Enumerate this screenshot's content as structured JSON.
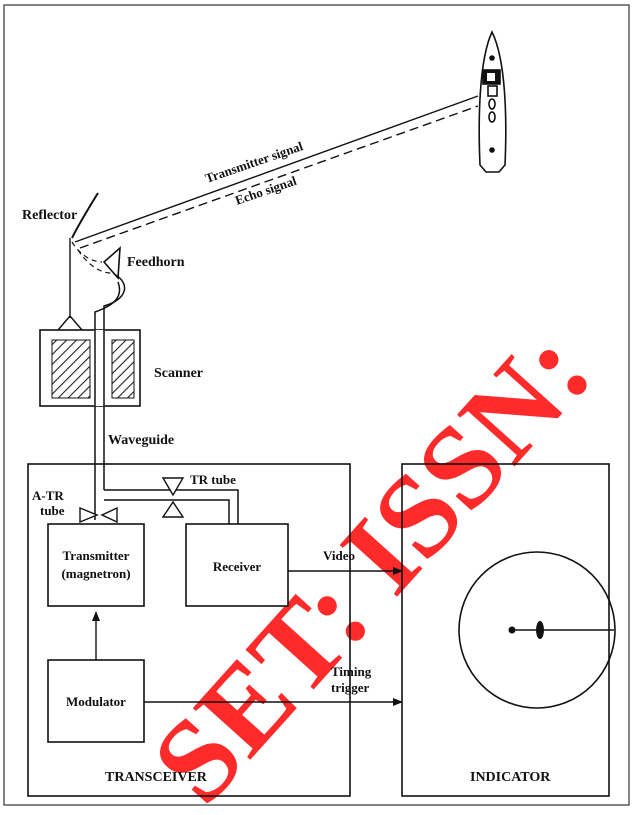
{
  "labels": {
    "transmitter_signal": "Transmitter signal",
    "echo_signal": "Echo signal",
    "reflector": "Reflector",
    "feedhorn": "Feedhorn",
    "scanner": "Scanner",
    "waveguide": "Waveguide",
    "tr_tube": "TR tube",
    "atr_line1": "A-TR",
    "atr_line2": "tube",
    "transmitter_line1": "Transmitter",
    "transmitter_line2": "(magnetron)",
    "receiver": "Receiver",
    "video": "Video",
    "timing_line1": "Timing",
    "timing_line2": "trigger",
    "modulator": "Modulator",
    "transceiver": "TRANSCEIVER",
    "indicator": "INDICATOR"
  },
  "watermark": {
    "main": "SET: ISSN:",
    "color": "#ff1a1a"
  }
}
